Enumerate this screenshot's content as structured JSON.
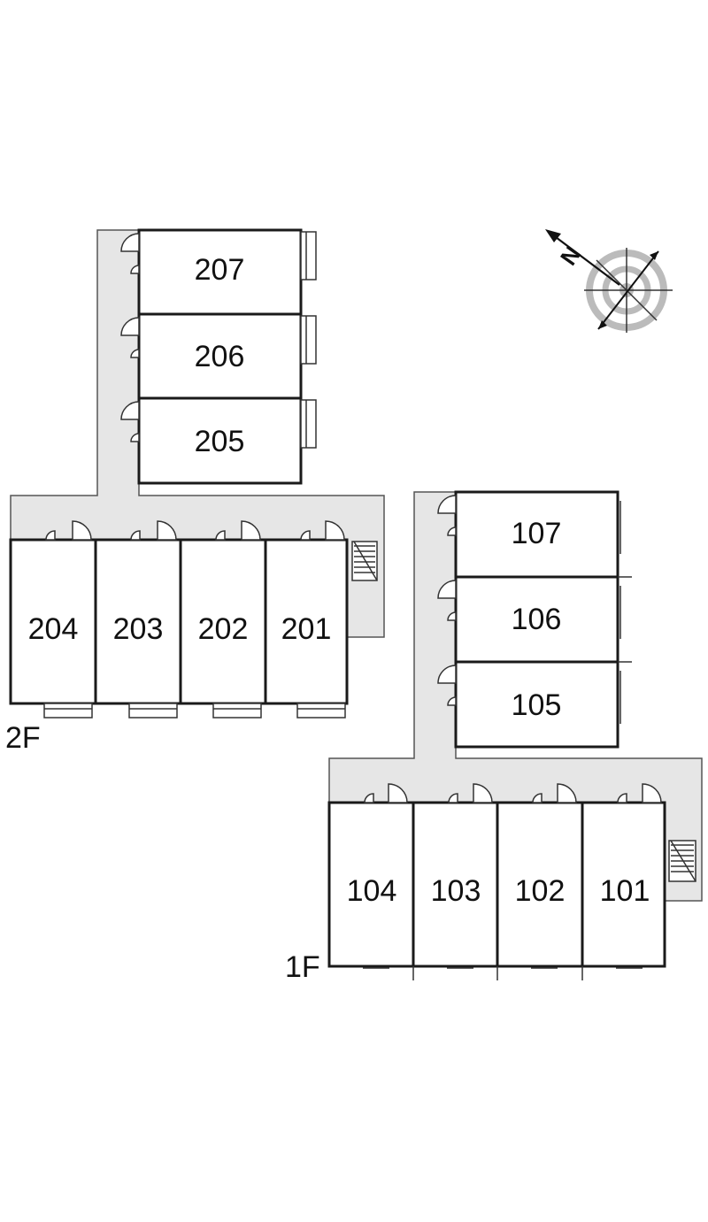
{
  "floors": {
    "second": {
      "label": "2F",
      "units": [
        "207",
        "206",
        "205",
        "204",
        "203",
        "202",
        "201"
      ]
    },
    "first": {
      "label": "1F",
      "units": [
        "107",
        "106",
        "105",
        "104",
        "103",
        "102",
        "101"
      ]
    }
  },
  "compass": {
    "north_label": "N",
    "icon": "compass-rose-icon"
  },
  "colors": {
    "corridor": "#e6e6e6",
    "walls": "#1a1a1a",
    "background": "#ffffff"
  }
}
